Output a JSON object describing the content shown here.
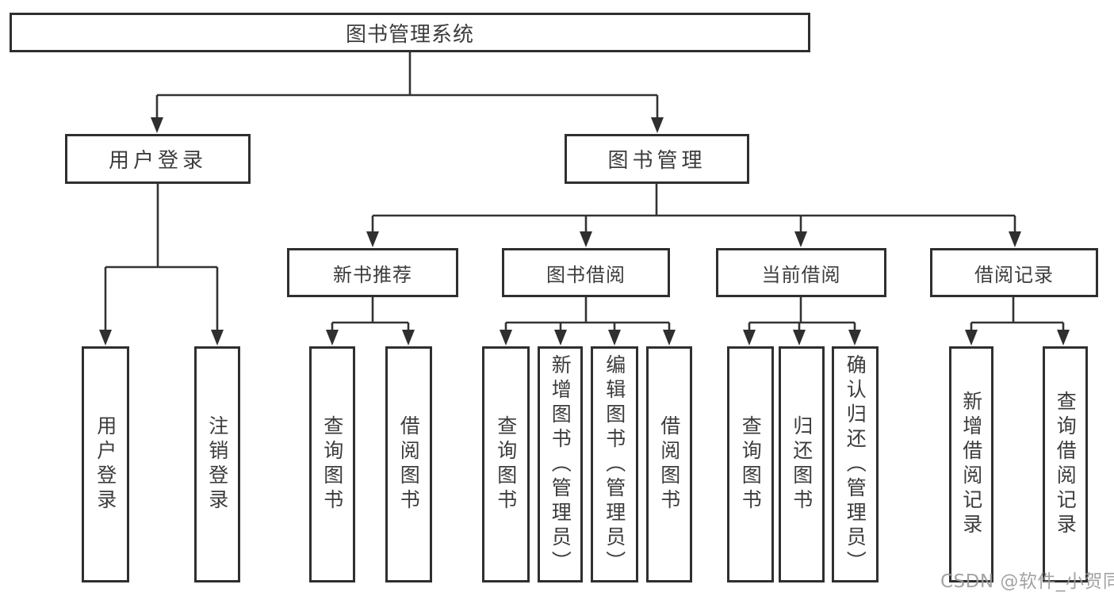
{
  "tree": {
    "root": {
      "label": "图书管理系统"
    },
    "branches": [
      {
        "label": "用户登录",
        "children": [
          {
            "label": "用户登录"
          },
          {
            "label": "注销登录"
          }
        ]
      },
      {
        "label": "图书管理",
        "children": [
          {
            "label": "新书推荐",
            "children": [
              {
                "label": "查询图书"
              },
              {
                "label": "借阅图书"
              }
            ]
          },
          {
            "label": "图书借阅",
            "children": [
              {
                "label": "查询图书"
              },
              {
                "label": "新增图书（管理员）"
              },
              {
                "label": "编辑图书（管理员）"
              },
              {
                "label": "借阅图书"
              }
            ]
          },
          {
            "label": "当前借阅",
            "children": [
              {
                "label": "查询图书"
              },
              {
                "label": "归还图书"
              },
              {
                "label": "确认归还（管理员）"
              }
            ]
          },
          {
            "label": "借阅记录",
            "children": [
              {
                "label": "新增借阅记录"
              },
              {
                "label": "查询借阅记录"
              }
            ]
          }
        ]
      }
    ]
  },
  "watermark": {
    "text": "CSDN @软件_小贺同学"
  },
  "colors": {
    "line": "#333333",
    "text": "#3c3c3c",
    "watermark": "#9c9c9c"
  }
}
